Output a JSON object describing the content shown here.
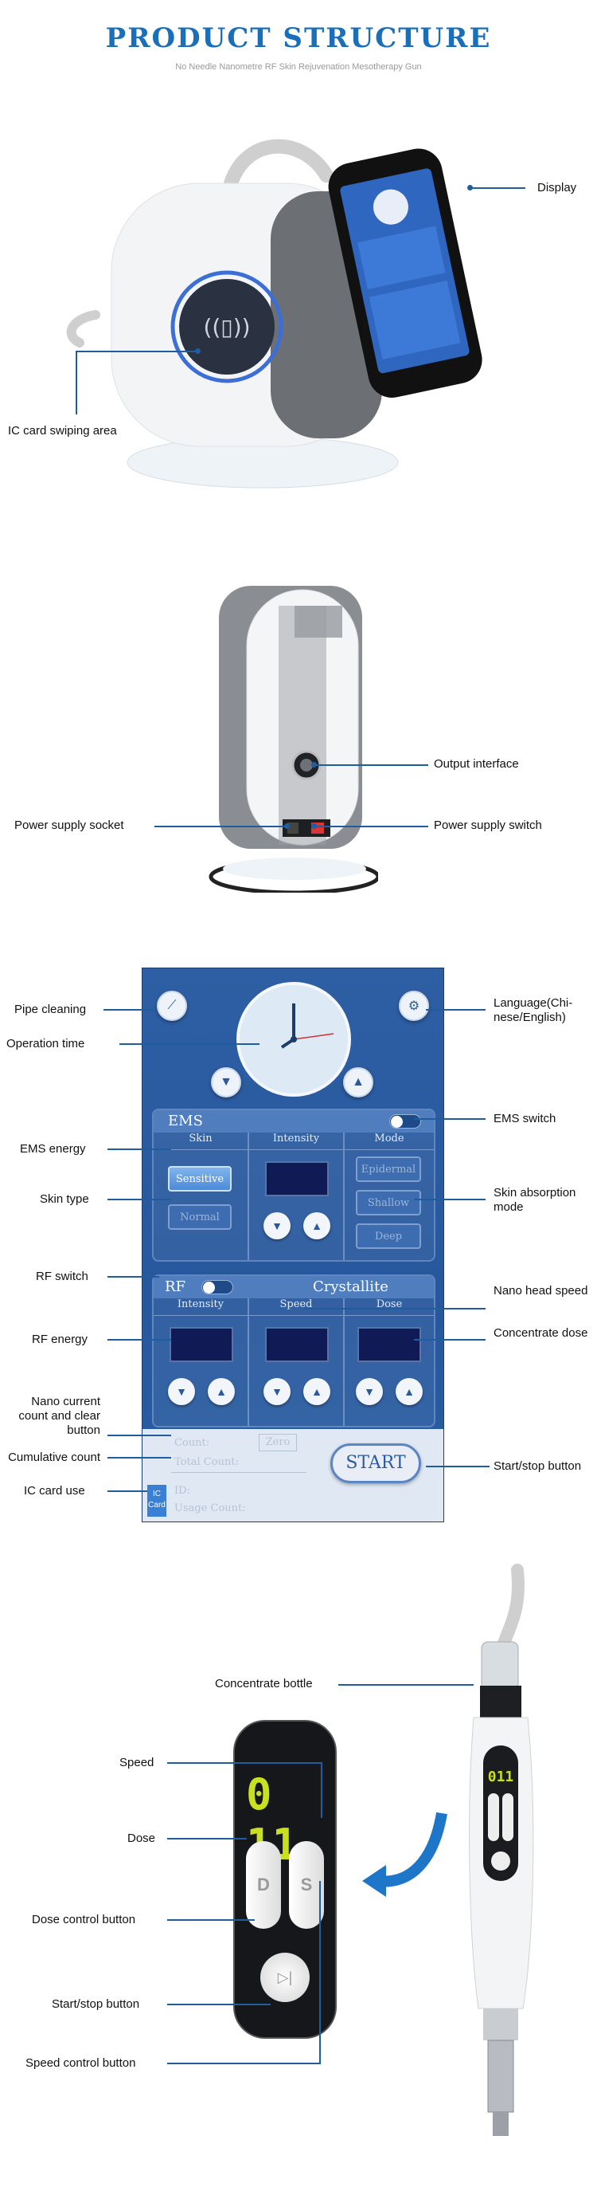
{
  "header": {
    "title": "PRODUCT STRUCTURE",
    "subtitle": "No Needle Nanometre RF Skin Rejuvenation Mesotherapy Gun"
  },
  "section1": {
    "display_label": "Display",
    "ic_card_label": "IC card swiping area"
  },
  "section2": {
    "output_interface_label": "Output interface",
    "power_socket_label": "Power supply socket",
    "power_switch_label": "Power supply switch"
  },
  "section3": {
    "labels": {
      "pipe_cleaning": "Pipe cleaning",
      "operation_time": "Operation time",
      "ems_energy": "EMS energy",
      "skin_type": "Skin type",
      "rf_switch": "RF switch",
      "rf_energy": "RF energy",
      "nano_current": "Nano current count and clear button",
      "cumulative_count": "Cumulative count",
      "ic_card_use": "IC card use",
      "language": "Language(Chi-nese/English)",
      "ems_switch": "EMS switch",
      "skin_absorption": "Skin absorption mode",
      "nano_head_speed": "Nano head speed",
      "concentrate_dose": "Concentrate dose",
      "start_stop": "Start/stop button"
    },
    "panel": {
      "ems_title": "EMS",
      "skin_col": "Skin",
      "intensity_col": "Intensity",
      "mode_col": "Mode",
      "skin_options": [
        "Sensitive",
        "Normal"
      ],
      "mode_options": [
        "Epidermal",
        "Shallow",
        "Deep"
      ],
      "rf_title": "RF",
      "crystallite_title": "Crystallite",
      "rf_intensity_col": "Intensity",
      "speed_col": "Speed",
      "dose_col": "Dose",
      "count_label": "Count:",
      "total_count_label": "Total Count:",
      "zero_button": "Zero",
      "start_button": "START",
      "ic_badge_line1": "IC",
      "ic_badge_line2": "Card",
      "id_label": "ID:",
      "usage_count_label": "Usage Count:"
    }
  },
  "section4": {
    "labels": {
      "concentrate_bottle": "Concentrate bottle",
      "speed": "Speed",
      "dose": "Dose",
      "dose_control": "Dose control button",
      "start_stop": "Start/stop button",
      "speed_control": "Speed control button"
    },
    "display_digits": "0 11",
    "small_display_digits": "011",
    "dose_button_glyph": "D",
    "speed_button_glyph": "S"
  },
  "colors": {
    "title": "#1a6fb8",
    "leader_line": "#1f5d9c",
    "panel_blue": "#2a5ea3",
    "segment_display": "#c9e020"
  }
}
